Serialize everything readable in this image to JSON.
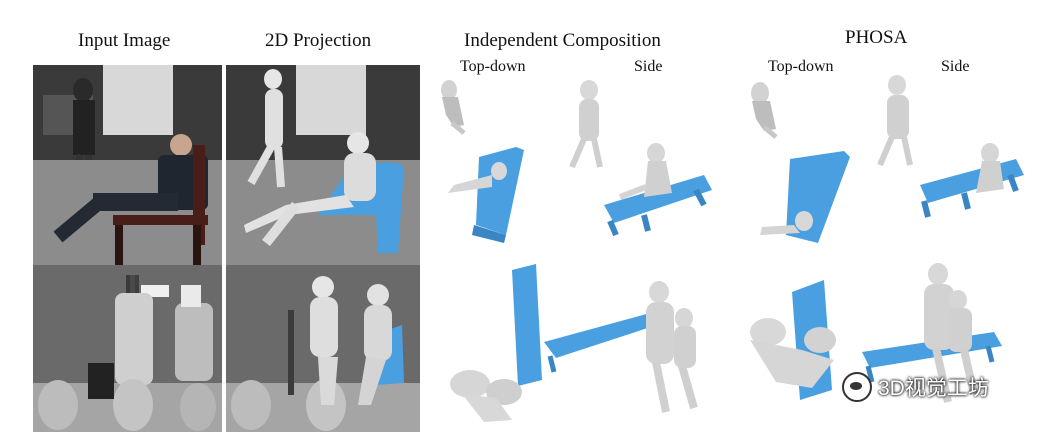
{
  "headers": {
    "input_image": "Input Image",
    "projection": "2D Projection",
    "independent": "Independent Composition",
    "phosa": "PHOSA"
  },
  "subheaders": {
    "ind_topdown": "Top-down",
    "ind_side": "Side",
    "phosa_topdown": "Top-down",
    "phosa_side": "Side"
  },
  "watermark": {
    "text": "3D视觉工坊",
    "icon": "wechat-icon"
  },
  "colors": {
    "chair_blue": "#4a9fe0",
    "human_gray": "#d9d9d9"
  }
}
